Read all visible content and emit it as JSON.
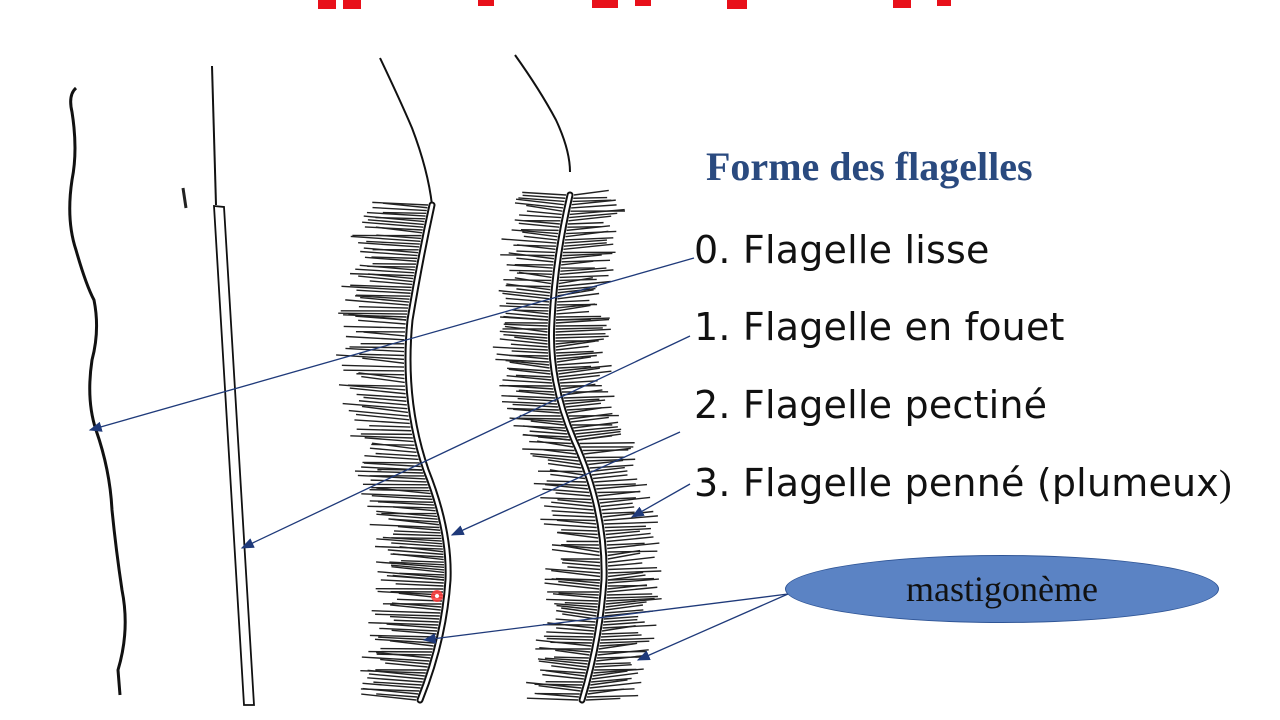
{
  "slide": {
    "heading": "Forme des flagelles",
    "legend": [
      {
        "label": "0. Flagelle lisse"
      },
      {
        "label": "1. Flagelle en fouet"
      },
      {
        "label": "2. Flagelle pectiné"
      },
      {
        "label": "3. Flagelle penné (plumeux",
        "suffix": ")"
      }
    ],
    "callout_label": "mastigonème"
  },
  "colors": {
    "heading": "#2a4a7f",
    "arrows": "#1f3a7a",
    "callout_fill": "#5b83c4",
    "title_strip": "#e8101a"
  },
  "icons": [
    "flagellum-smooth-drawing",
    "flagellum-whiplash-drawing",
    "flagellum-pectinate-drawing",
    "flagellum-pinnate-drawing"
  ]
}
